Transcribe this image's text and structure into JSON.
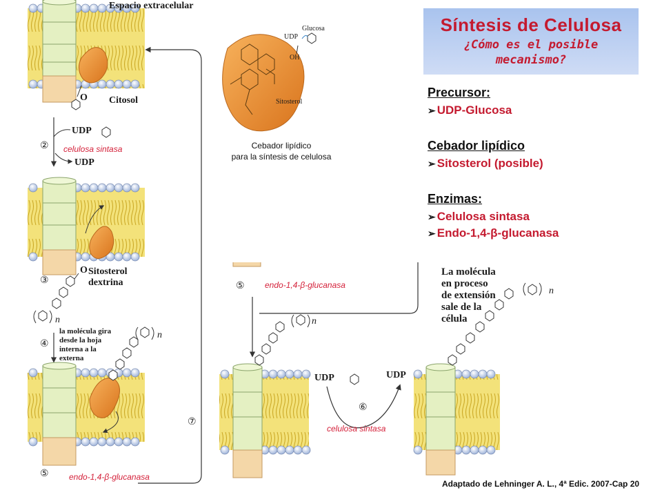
{
  "title": {
    "main": "Síntesis de Celulosa",
    "sub_line1": "¿Cómo es el posible",
    "sub_line2": "mecanismo?"
  },
  "summary": {
    "precursor_heading": "Precursor:",
    "precursor_item": "UDP-Glucosa",
    "primer_heading": "Cebador lipídico",
    "primer_item": "Sitosterol (posible)",
    "enzymes_heading": "Enzimas:",
    "enzyme_1": "Celulosa sintasa",
    "enzyme_2": "Endo-1,4-β-glucanasa"
  },
  "diagram": {
    "extracellular": "Espacio extracelular",
    "cytosol": "Citosol",
    "o_label": "O",
    "udp": "UDP",
    "glucosa": "Glucosa",
    "oh": "OH",
    "sitosterol": "Sitosterol",
    "sitosterol_dextrina_1": "Sitosterol",
    "sitosterol_dextrina_2": "dextrina",
    "n": "n",
    "rotate_1": "la molécula gira",
    "rotate_2": "desde la hoja",
    "rotate_3": "interna a la",
    "rotate_4": "externa",
    "exit_1": "La molécula",
    "exit_2": "en proceso",
    "exit_3": "de extensión",
    "exit_4": "sale de la",
    "exit_5": "célula",
    "step_2": "②",
    "step_3": "③",
    "step_4": "④",
    "step_5": "⑤",
    "step_6": "⑥",
    "step_7": "⑦",
    "enzyme_celulosa": "celulosa sintasa",
    "enzyme_endo": "endo-1,4-β-glucanasa",
    "caption_1": "Cebador lipídico",
    "caption_2": "para la síntesis de celulosa"
  },
  "credit": "Adaptado de Lehninger A. L., 4ª Edic. 2007-Cap 20",
  "colors": {
    "accent_red": "#c41a2f",
    "title_bg": "#a9c3ee",
    "membrane": "#e9d35a",
    "head_blue": "#c7d6ef",
    "enzyme_orange": "#e08a2a",
    "channel_green": "#dfedb8",
    "channel_peach": "#f2cf9c"
  }
}
